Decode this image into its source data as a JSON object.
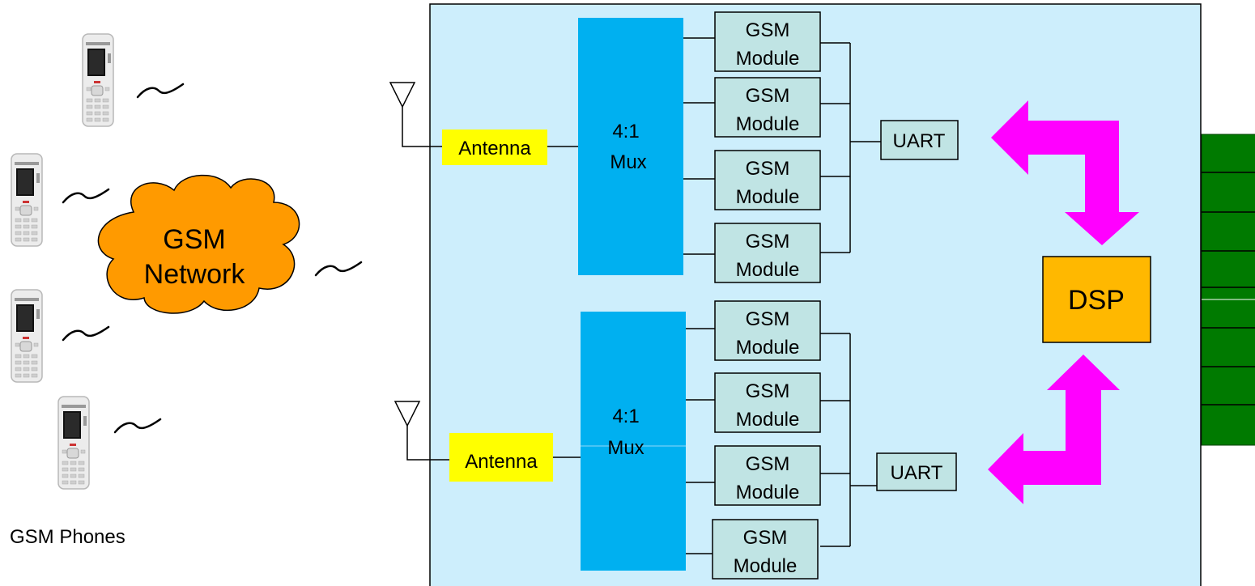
{
  "labels": {
    "phones_caption": "GSM Phones",
    "cloud_line1": "GSM",
    "cloud_line2": "Network",
    "antenna": "Antenna",
    "mux_line1": "4:1",
    "mux_line2": "Mux",
    "module_line1": "GSM",
    "module_line2": "Module",
    "uart": "UART",
    "dsp": "DSP"
  },
  "colors": {
    "board_fill": "#cdeefc",
    "mux_fill": "#00b0f0",
    "module_fill": "#c0e4e4",
    "antenna_fill": "#ffff00",
    "dsp_fill": "#ffb800",
    "cloud_fill": "#ff9a00",
    "arrow_fill": "#ff00ff",
    "connector_fill": "#007a00",
    "line": "#000000"
  },
  "icons": {
    "phone": "mobile-phone-icon",
    "signal": "wireless-signal-icon",
    "antenna": "antenna-icon"
  }
}
